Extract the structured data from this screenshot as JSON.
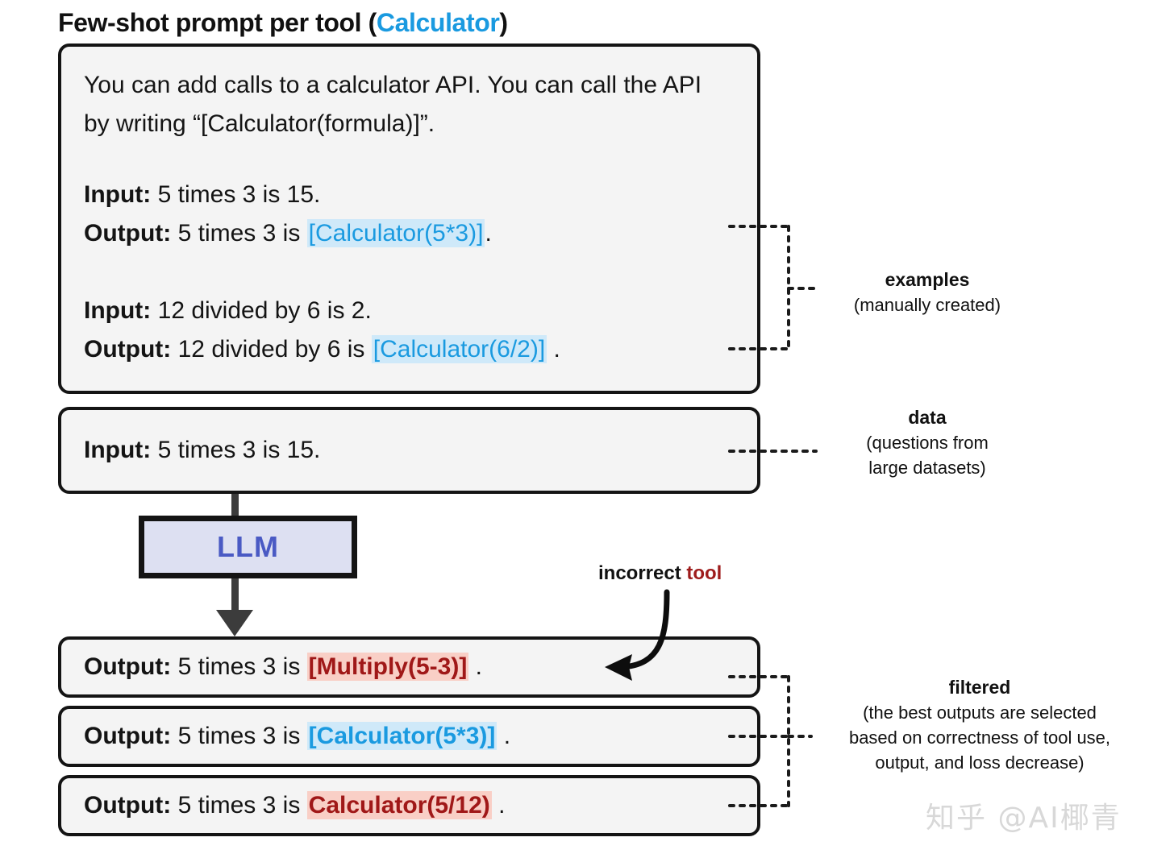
{
  "title": {
    "main": "Few-shot prompt per tool ",
    "open_paren": "(",
    "tool_name": "Calculator",
    "close_paren": ")"
  },
  "prompt_box": {
    "instruction": "You can add calls to a calculator API. You can call the API by writing “[Calculator(formula)]”.",
    "examples": [
      {
        "input_label": "Input:",
        "input_text": " 5 times 3 is 15.",
        "output_label": "Output:",
        "output_prefix": " 5 times 3 is ",
        "output_call": "[Calculator(5*3)]",
        "output_suffix": "."
      },
      {
        "input_label": "Input:",
        "input_text": " 12 divided by 6 is 2.",
        "output_label": "Output:",
        "output_prefix": " 12 divided by 6 is ",
        "output_call": "[Calculator(6/2)]",
        "output_suffix": " ."
      }
    ]
  },
  "data_box": {
    "label": "Input:",
    "text": " 5 times 3 is 15."
  },
  "llm": {
    "label": "LLM"
  },
  "outputs": [
    {
      "label": "Output:",
      "prefix": " 5 times 3 is ",
      "call": "[Multiply(5-3)]",
      "suffix": " .",
      "style": "red"
    },
    {
      "label": "Output:",
      "prefix": " 5 times 3 is ",
      "call": "[Calculator(5*3)]",
      "suffix": " .",
      "style": "blue"
    },
    {
      "label": "Output:",
      "prefix": " 5 times 3 is ",
      "call": "Calculator(5/12)",
      "suffix": " .",
      "style": "red"
    }
  ],
  "annotations": {
    "examples": {
      "head": "examples",
      "body": "(manually created)"
    },
    "data": {
      "head": "data",
      "body_line1": "(questions from",
      "body_line2": "large datasets)"
    },
    "filtered": {
      "head": "filtered",
      "body_line1": "(the best outputs are selected",
      "body_line2": "based on correctness of tool use,",
      "body_line3": "output, and loss decrease)"
    },
    "incorrect_tool": {
      "word1": "incorrect",
      "word2": " tool"
    }
  },
  "watermark": {
    "text": "知乎 @AI椰青"
  },
  "colors": {
    "tool_blue": "#1a9ae0",
    "highlight_blue": "#cfe9f9",
    "error_red": "#a01818",
    "highlight_red": "#f9cfc6",
    "llm_fill": "#dde0f2",
    "llm_text": "#4a5ac4",
    "box_fill": "#f4f4f4",
    "box_border": "#141414"
  }
}
